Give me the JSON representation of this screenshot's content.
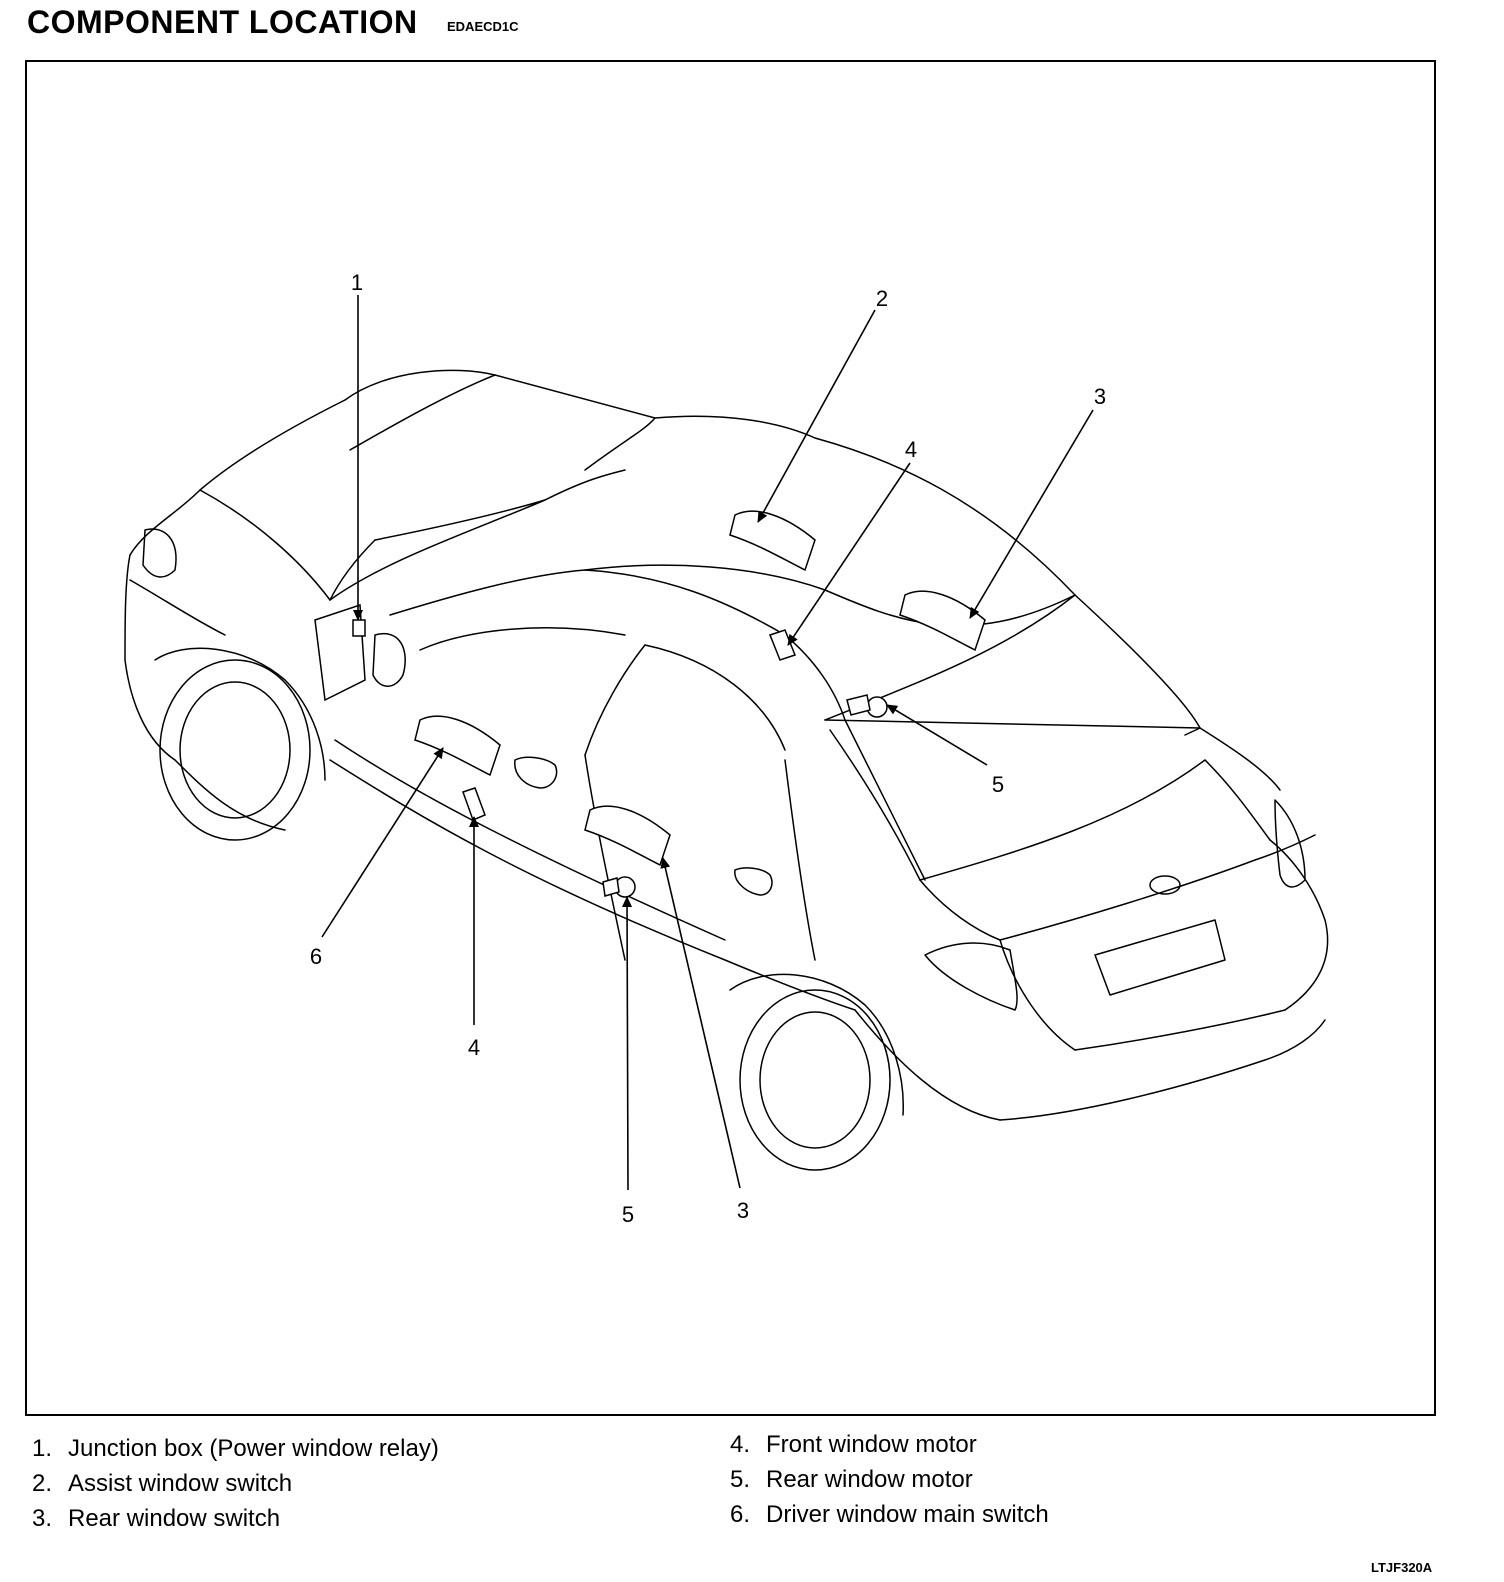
{
  "header": {
    "title": "COMPONENT LOCATION",
    "code": "EDAECD1C"
  },
  "callouts": [
    "1",
    "2",
    "3",
    "4",
    "5",
    "6",
    "4",
    "5",
    "3"
  ],
  "legend": {
    "items": [
      {
        "num": "1.",
        "label": "Junction box (Power window relay)"
      },
      {
        "num": "2.",
        "label": "Assist window switch"
      },
      {
        "num": "3.",
        "label": "Rear window switch"
      },
      {
        "num": "4.",
        "label": "Front window motor"
      },
      {
        "num": "5.",
        "label": "Rear window motor"
      },
      {
        "num": "6.",
        "label": "Driver window main switch"
      }
    ]
  },
  "figure_code": "LTJF320A"
}
